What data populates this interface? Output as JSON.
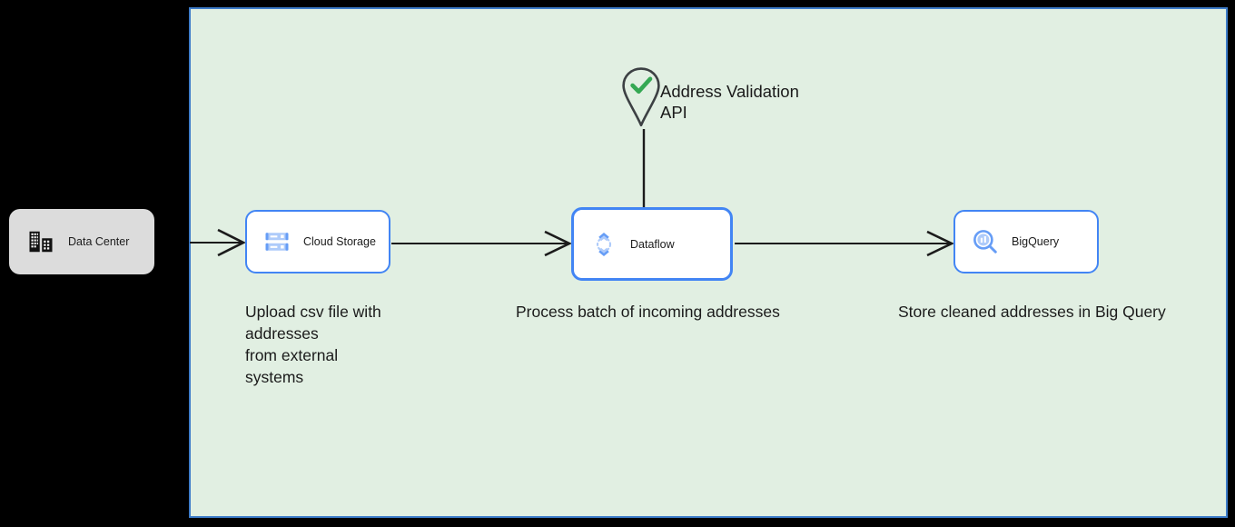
{
  "canvas": {
    "background_color": "#e1efe2",
    "border_color": "#3d7cc9",
    "page_background": "#000000"
  },
  "nodes": [
    {
      "id": "data-center",
      "label": "Data Center",
      "icon": "data-center-icon",
      "kind": "on-premises",
      "fill": "#dcdcdc",
      "border": "none"
    },
    {
      "id": "cloud-storage",
      "label": "Cloud Storage",
      "icon": "cloud-storage-icon",
      "kind": "gcp-product",
      "fill": "#ffffff",
      "border": "#4285f4"
    },
    {
      "id": "dataflow",
      "label": "Dataflow",
      "icon": "dataflow-icon",
      "kind": "gcp-product",
      "fill": "#ffffff",
      "border": "#4285f4",
      "selected": true
    },
    {
      "id": "bigquery",
      "label": "BigQuery",
      "icon": "bigquery-icon",
      "kind": "gcp-product",
      "fill": "#ffffff",
      "border": "#4285f4"
    },
    {
      "id": "address-validation-api",
      "label": "Address Validation\nAPI",
      "icon": "map-pin-check-icon",
      "kind": "external-service",
      "icon_stroke": "#3c4043",
      "check_color": "#34a853"
    }
  ],
  "captions": {
    "upload": "Upload csv file with\naddresses\nfrom external\nsystems",
    "process": "Process batch of incoming addresses",
    "store": "Store cleaned addresses in Big Query"
  },
  "edges": [
    {
      "id": "edge-external-to-storage",
      "from": "external",
      "to": "cloud-storage",
      "arrow": "open",
      "color": "#1b1b1b"
    },
    {
      "id": "edge-storage-to-dataflow",
      "from": "cloud-storage",
      "to": "dataflow",
      "arrow": "open",
      "color": "#1b1b1b"
    },
    {
      "id": "edge-dataflow-to-bigquery",
      "from": "dataflow",
      "to": "bigquery",
      "arrow": "open",
      "color": "#1b1b1b"
    },
    {
      "id": "edge-api-to-dataflow",
      "from": "address-validation-api",
      "to": "dataflow",
      "arrow": "none",
      "color": "#1b1b1b"
    }
  ]
}
